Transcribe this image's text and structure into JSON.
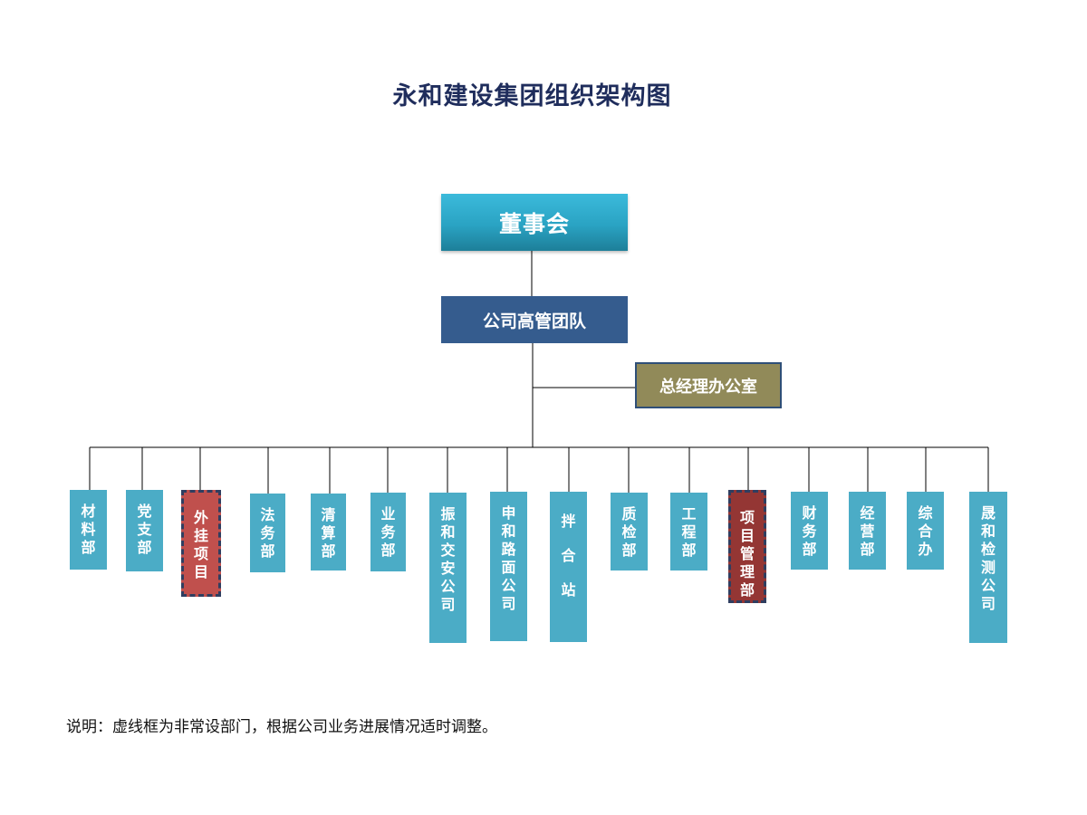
{
  "title": "永和建设集团组织架构图",
  "board": "董事会",
  "management": "公司高管团队",
  "gm_office": "总经理办公室",
  "departments": [
    {
      "label": "材料部",
      "special": false
    },
    {
      "label": "党支部",
      "special": false
    },
    {
      "label": "外挂项目",
      "special": true
    },
    {
      "label": "法务部",
      "special": false
    },
    {
      "label": "清算部",
      "special": false
    },
    {
      "label": "业务部",
      "special": false
    },
    {
      "label": "振和交安公司",
      "special": false
    },
    {
      "label": "申和路面公司",
      "special": false
    },
    {
      "label": "拌合站",
      "special": false
    },
    {
      "label": "质检部",
      "special": false
    },
    {
      "label": "工程部",
      "special": false
    },
    {
      "label": "项目管理部",
      "special": true
    },
    {
      "label": "财务部",
      "special": false
    },
    {
      "label": "经营部",
      "special": false
    },
    {
      "label": "综合办",
      "special": false
    },
    {
      "label": "晟和检测公司",
      "special": false
    }
  ],
  "note": "说明：虚线框为非常设部门，根据公司业务进展情况适时调整。",
  "colors": {
    "title": "#1f2d5c",
    "board": "#2aa3c3",
    "management": "#355c8e",
    "gm_office": "#918a59",
    "department": "#4bacc6",
    "special_department": "#c0504d",
    "project_management": "#943634"
  }
}
